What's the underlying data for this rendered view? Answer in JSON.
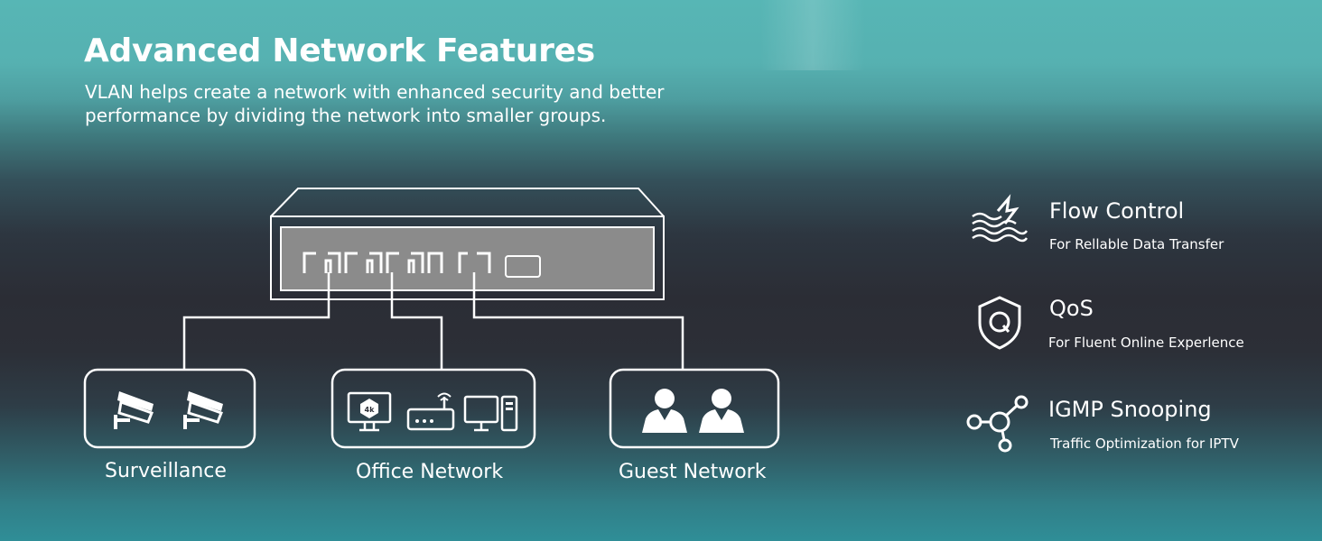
{
  "header": {
    "title": "Advanced Network Features",
    "subtitle": "VLAN helps create a network with enhanced security and better performance by dividing the network into smaller groups."
  },
  "groups": [
    {
      "label": "Surveillance",
      "icons": [
        "security-camera-icon",
        "security-camera-icon"
      ]
    },
    {
      "label": "Office Network",
      "icons": [
        "4k-tv-icon",
        "router-icon",
        "desktop-computer-icon"
      ]
    },
    {
      "label": "Guest Network",
      "icons": [
        "user-icon",
        "user-icon"
      ]
    }
  ],
  "features": [
    {
      "title": "Flow Control",
      "description": "For Rellable Data Transfer",
      "icon": "flow-control-icon"
    },
    {
      "title": "QoS",
      "description": "For Fluent Online Experlence",
      "icon": "qos-shield-icon"
    },
    {
      "title": "IGMP Snooping",
      "description": "Traffic Optimization for IPTV",
      "icon": "igmp-network-icon"
    }
  ],
  "switch": {
    "icon": "network-switch-icon",
    "tv_badge": "4k"
  },
  "colors": {
    "accent_teal": "#57b6b5",
    "dark_band": "#2b2d35",
    "switch_panel": "#8b8b8b",
    "line": "#ffffff"
  }
}
